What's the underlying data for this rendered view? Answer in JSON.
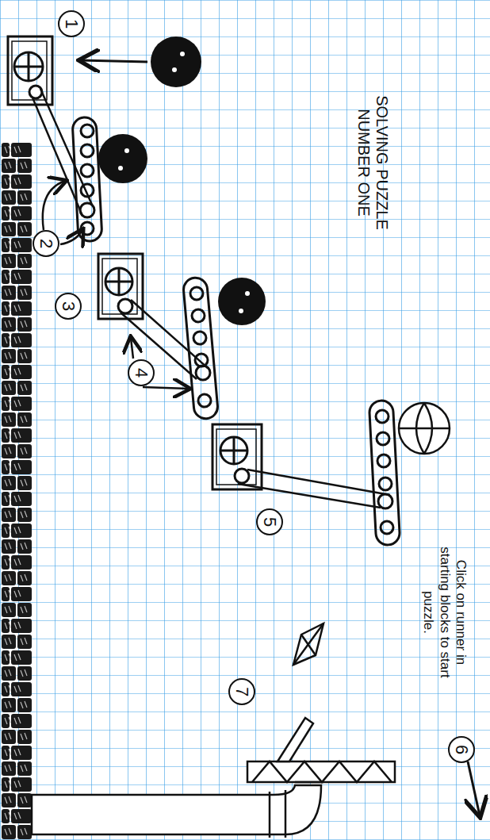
{
  "diagram": {
    "title": "SOLVING PUZZLE NUMBER ONE",
    "labels": [
      "1",
      "2",
      "3",
      "4",
      "5",
      "6",
      "7",
      "Click on runner in starting blocks to start puzzle."
    ]
  }
}
